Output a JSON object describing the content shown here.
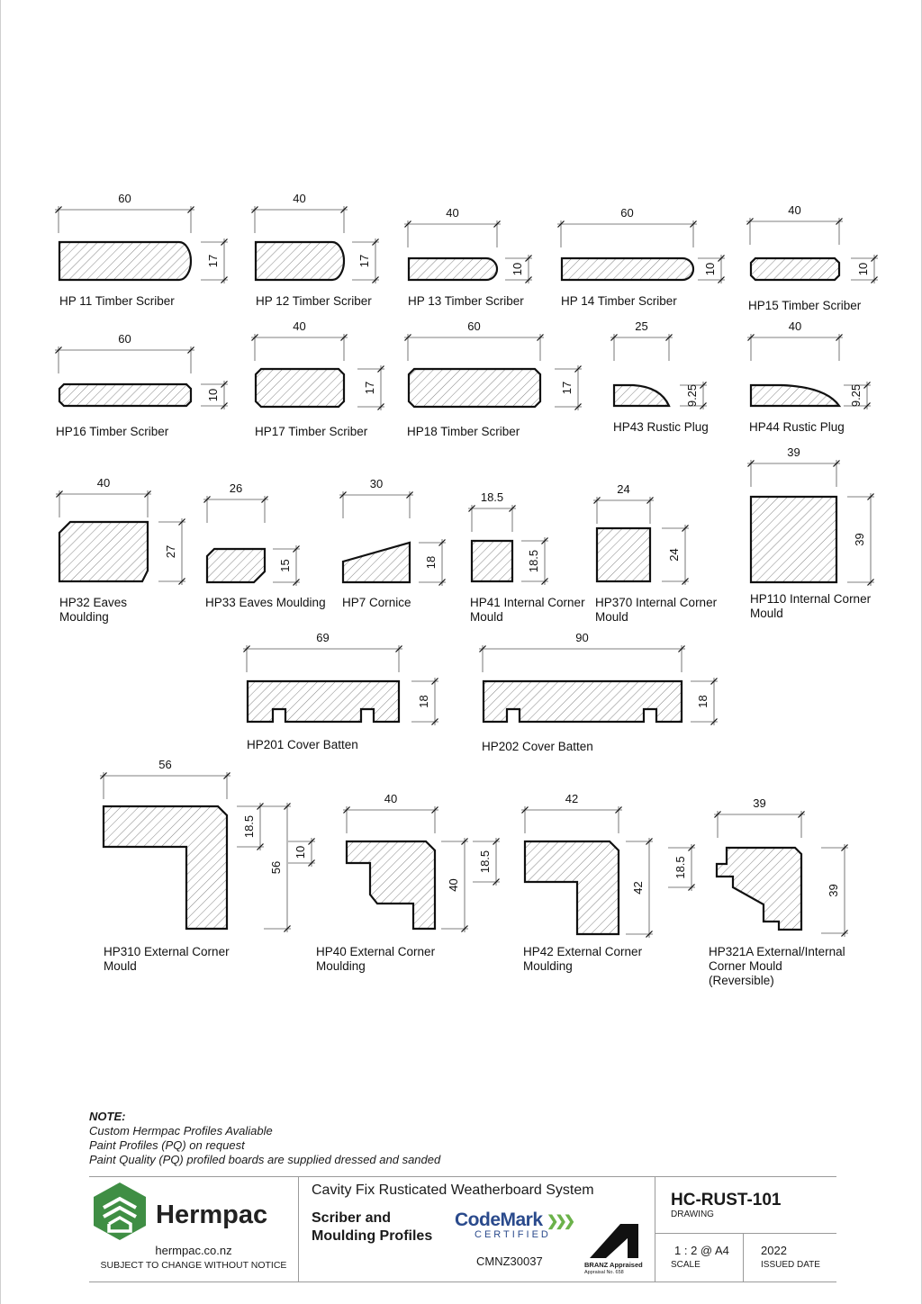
{
  "profiles": [
    {
      "id": "hp11",
      "name": "HP 11 Timber Scriber",
      "width": "60",
      "height": "17"
    },
    {
      "id": "hp12",
      "name": "HP 12 Timber Scriber",
      "width": "40",
      "height": "17"
    },
    {
      "id": "hp13",
      "name": "HP 13 Timber Scriber",
      "width": "40",
      "height": "10"
    },
    {
      "id": "hp14",
      "name": "HP 14 Timber Scriber",
      "width": "60",
      "height": "10"
    },
    {
      "id": "hp15",
      "name": "HP15 Timber Scriber",
      "width": "40",
      "height": "10"
    },
    {
      "id": "hp16",
      "name": "HP16 Timber Scriber",
      "width": "60",
      "height": "10"
    },
    {
      "id": "hp17",
      "name": "HP17 Timber Scriber",
      "width": "40",
      "height": "17"
    },
    {
      "id": "hp18",
      "name": "HP18 Timber Scriber",
      "width": "60",
      "height": "17"
    },
    {
      "id": "hp43",
      "name": "HP43 Rustic Plug",
      "width": "25",
      "height": "9.25"
    },
    {
      "id": "hp44",
      "name": "HP44 Rustic Plug",
      "width": "40",
      "height": "9.25"
    },
    {
      "id": "hp32",
      "name": [
        "HP32 Eaves",
        "Moulding"
      ],
      "width": "40",
      "height": "27"
    },
    {
      "id": "hp33",
      "name": "HP33 Eaves Moulding",
      "width": "26",
      "height": "15"
    },
    {
      "id": "hp7",
      "name": "HP7 Cornice",
      "width": "30",
      "height": "18"
    },
    {
      "id": "hp41",
      "name": [
        "HP41 Internal Corner",
        "Mould"
      ],
      "width": "18.5",
      "height": "18.5"
    },
    {
      "id": "hp370",
      "name": [
        "HP370 Internal Corner",
        "Mould"
      ],
      "width": "24",
      "height": "24"
    },
    {
      "id": "hp110",
      "name": [
        "HP110 Internal Corner",
        "Mould"
      ],
      "width": "39",
      "height": "39"
    },
    {
      "id": "hp201",
      "name": "HP201 Cover Batten",
      "width": "69",
      "height": "18"
    },
    {
      "id": "hp202",
      "name": "HP202 Cover Batten",
      "width": "90",
      "height": "18"
    },
    {
      "id": "hp310",
      "name": [
        "HP310 External Corner",
        "Mould"
      ],
      "width": "56",
      "height": "56",
      "leg": "18.5"
    },
    {
      "id": "hp40",
      "name": [
        "HP40 External Corner",
        "Moulding"
      ],
      "width": "40",
      "height": "40",
      "leg": "10"
    },
    {
      "id": "hp42",
      "name": [
        "HP42 External Corner",
        "Moulding"
      ],
      "width": "42",
      "height": "42",
      "leg": "18.5"
    },
    {
      "id": "hp321a",
      "name": [
        "HP321A External/Internal",
        "Corner Mould",
        "(Reversible)"
      ],
      "width": "39",
      "height": "39",
      "leg": "18.5"
    }
  ],
  "notes": {
    "heading": "NOTE:",
    "lines": [
      "Custom Hermpac Profiles Avaliable",
      "Paint Profiles (PQ) on request",
      "Paint Quality (PQ) profiled boards are supplied dressed and sanded"
    ]
  },
  "title_block": {
    "brand": "Hermpac",
    "website": "hermpac.co.nz",
    "disclaimer": "SUBJECT TO CHANGE WITHOUT NOTICE",
    "system": "Cavity Fix Rusticated Weatherboard System",
    "drawing_title_1": "Scriber and",
    "drawing_title_2": "Moulding Profiles",
    "codemark": "CodeMark",
    "codemark_sub": "CERTIFIED",
    "codemark_no": "CMNZ30037",
    "branz": "BRANZ Appraised",
    "branz_no": "Appraisal No. 658",
    "drawing_no": "HC-RUST-101",
    "drawing_label": "DRAWING",
    "scale": "1 : 2 @ A4",
    "scale_label": "SCALE",
    "issued": "2022",
    "issued_label": "ISSUED DATE"
  },
  "colors": {
    "brand_green": "#3f8e44",
    "codemark_blue": "#2a4a8c",
    "codemark_green": "#6bb24a"
  }
}
